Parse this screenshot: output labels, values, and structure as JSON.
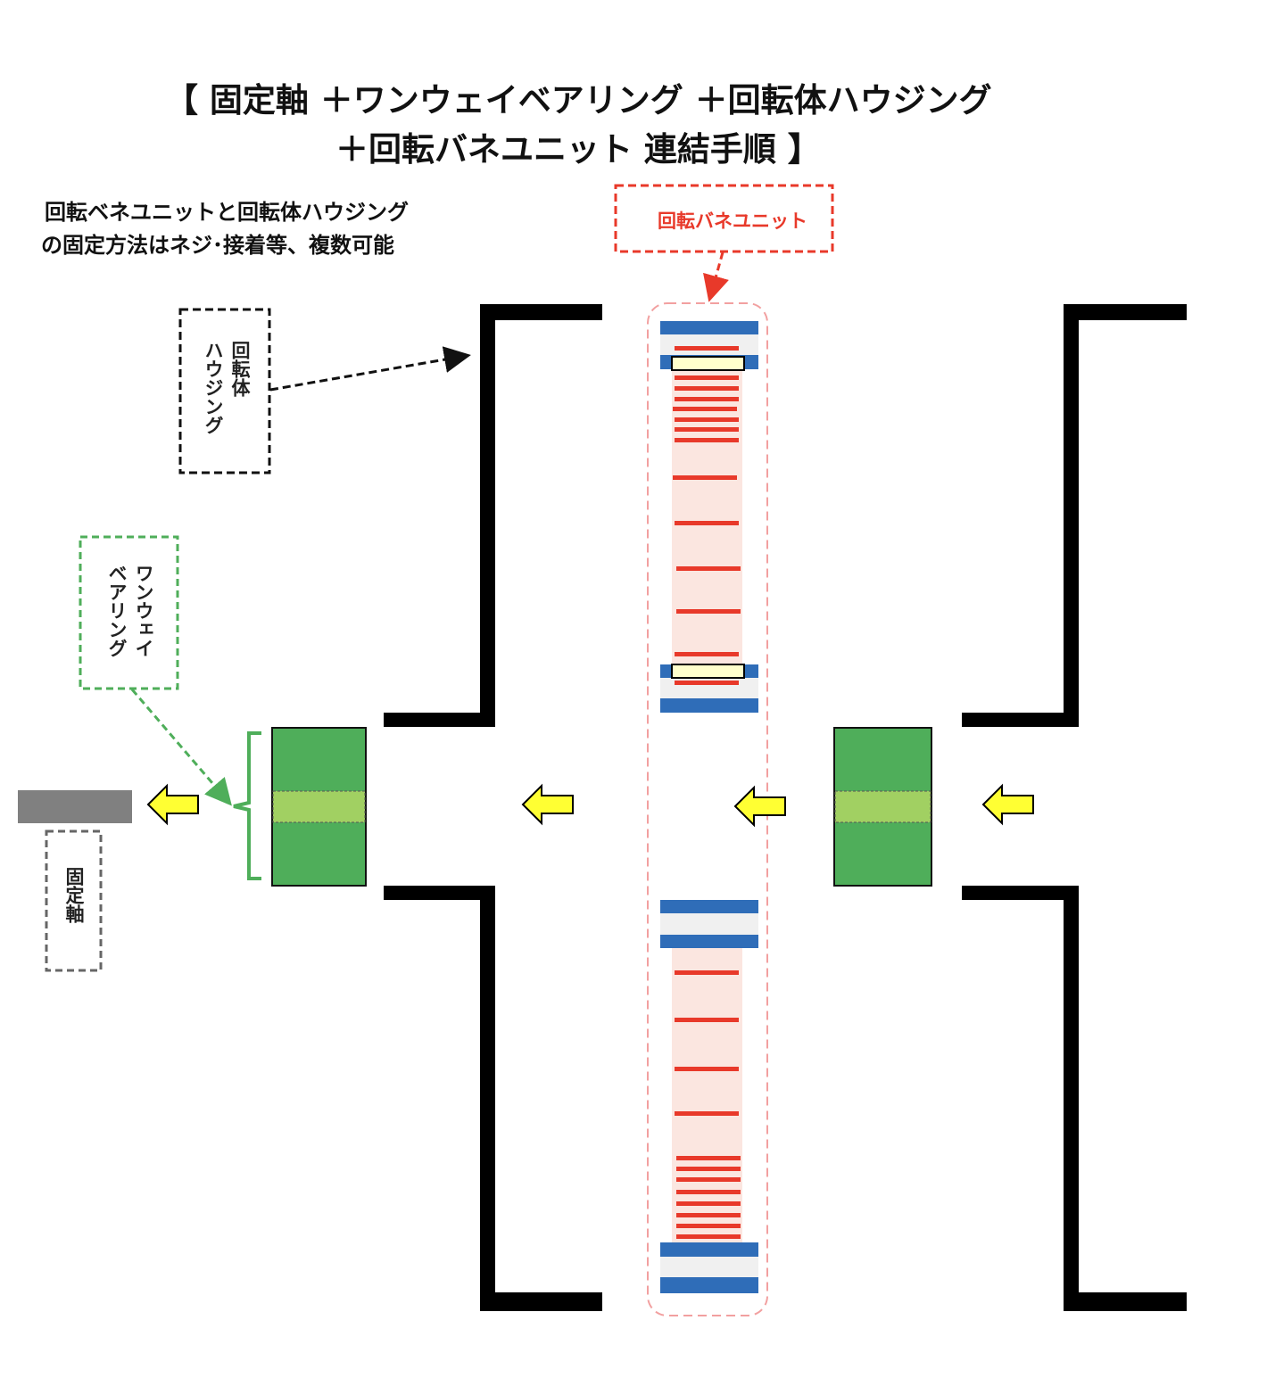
{
  "title": {
    "line1": "【  固定軸  ＋ワンウェイベアリング  ＋回転体ハウジング",
    "line2": "＋回転バネユニット  連結手順  】"
  },
  "note": {
    "line1": "回転ベネユニットと回転体ハウジング",
    "line2": "の固定方法はネジ･接着等、複数可能"
  },
  "labels": {
    "spring_unit": "回転バネユニット",
    "housing_col1": "回転体",
    "housing_col2": "ハウジング",
    "bearing_col1": "ワンウェイ",
    "bearing_col2": "ベアリング",
    "shaft": "固定軸"
  },
  "colors": {
    "spring_line": "#e8392a",
    "blue_plate": "#2f6db8",
    "bearing_green": "#4fae5a",
    "bearing_stripe": "#a1d062",
    "arrow_yellow": "#ffff33",
    "shaft_gray": "#808080"
  }
}
